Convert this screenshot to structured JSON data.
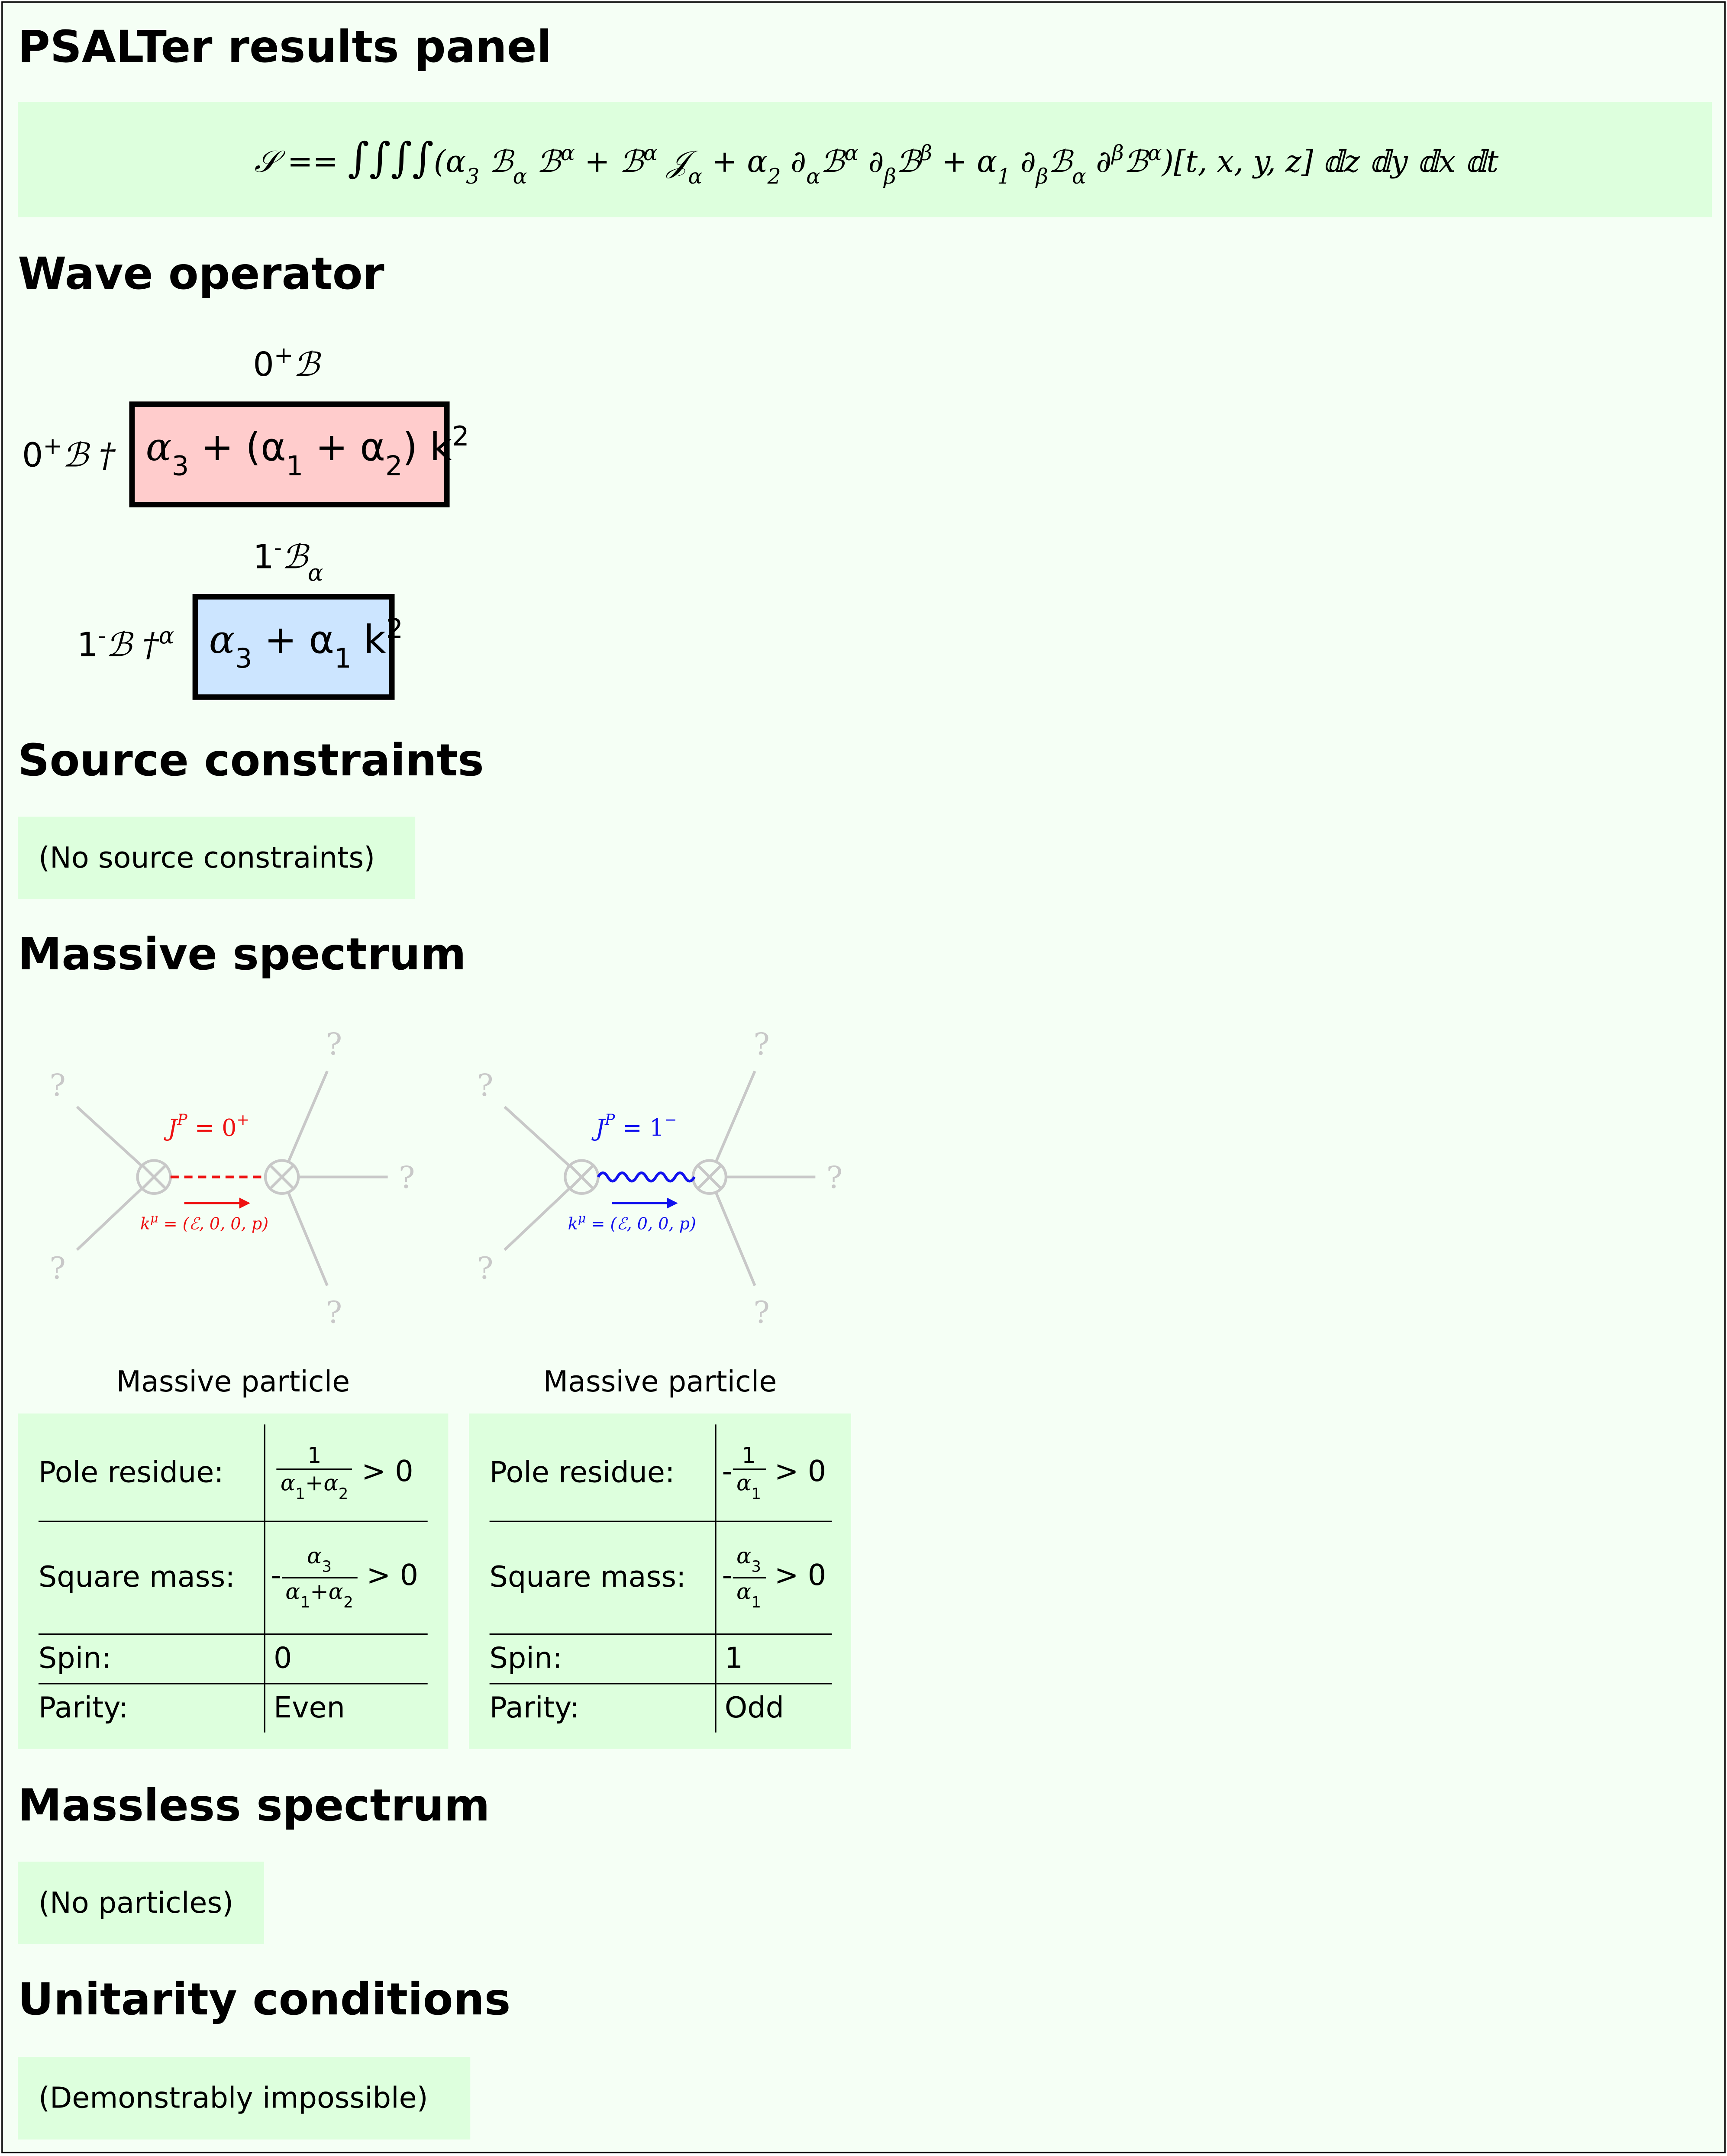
{
  "title": "PSALTer results panel",
  "action": {
    "lhs": "𝒮",
    "eq": "==",
    "integrals": "∫∫∫∫",
    "body_a3": "(α",
    "body_a3_sub": "3",
    "term1": "ℬ",
    "term1_sub": "α",
    "term1b": "ℬ",
    "term1b_sup": "α",
    "plus1": "+ ℬ",
    "term2_sup": "α",
    "term2": "𝒥",
    "term2_sub": "α",
    "plus2": "+ α",
    "a2_sub": "2",
    "deriv1": "∂",
    "deriv1_sub": "α",
    "b3": "ℬ",
    "b3_sup": "α",
    "deriv2": "∂",
    "deriv2_sub": "β",
    "b4": "ℬ",
    "b4_sup": "β",
    "plus3": "+ α",
    "a1_sub": "1",
    "deriv3": "∂",
    "deriv3_sub": "β",
    "b5": "ℬ",
    "b5_sub": "α",
    "deriv4": "∂",
    "deriv4_sup": "β",
    "b6": "ℬ",
    "b6_sup": "α",
    "tail": ")[t, x, y, z] 𝕕z 𝕕y 𝕕x 𝕕t"
  },
  "sections": {
    "wave_operator": "Wave operator",
    "source_constraints": "Source constraints",
    "massive_spectrum": "Massive spectrum",
    "massless_spectrum": "Massless spectrum",
    "unitarity": "Unitarity conditions"
  },
  "wave_operator": {
    "block0": {
      "col_label": "0",
      "col_label_sup": "+",
      "col_field": "ℬ",
      "row_label": "0",
      "row_label_sup": "+",
      "row_field": "ℬ †",
      "entry": "α",
      "entry_sub1": "3",
      "entry_mid": " + (α",
      "entry_sub2": "1",
      "entry_mid2": " + α",
      "entry_sub3": "2",
      "entry_tail": ") k",
      "entry_sup": "2",
      "color": "#ffcccc"
    },
    "block1": {
      "col_label": "1",
      "col_label_sup": "-",
      "col_field": "ℬ",
      "col_field_sub": "α",
      "row_label": "1",
      "row_label_sup": "-",
      "row_field": "ℬ †",
      "row_field_sup": "α",
      "entry": "α",
      "entry_sub1": "3",
      "entry_mid": " + α",
      "entry_sub2": "1",
      "entry_tail": " k",
      "entry_sup": "2",
      "color": "#cce5ff"
    }
  },
  "source_constraints_text": "(No source constraints)",
  "massive": [
    {
      "jp_label": "J",
      "jp_sup": "P",
      "jp_value": " = 0",
      "jp_value_sup": "+",
      "momentum": "k",
      "momentum_sup": "μ",
      "momentum_value": " = (ℰ, 0, 0, p)",
      "question": "?",
      "color": "#ee1111",
      "caption": "Massive particle",
      "rows": {
        "pole_label": "Pole residue:",
        "pole_num": "1",
        "pole_den_a": "α",
        "pole_den_a_sub": "1",
        "pole_den_plus": "+α",
        "pole_den_b_sub": "2",
        "pole_ineq": "> 0",
        "mass_label": "Square mass:",
        "mass_sign": "-",
        "mass_num": "α",
        "mass_num_sub": "3",
        "mass_den_a": "α",
        "mass_den_a_sub": "1",
        "mass_den_plus": "+α",
        "mass_den_b_sub": "2",
        "mass_ineq": "> 0",
        "spin_label": "Spin:",
        "spin": "0",
        "parity_label": "Parity:",
        "parity": "Even"
      }
    },
    {
      "jp_label": "J",
      "jp_sup": "P",
      "jp_value": " = 1",
      "jp_value_sup": "−",
      "momentum": "k",
      "momentum_sup": "μ",
      "momentum_value": " = (ℰ, 0, 0, p)",
      "question": "?",
      "color": "#1111ee",
      "caption": "Massive particle",
      "rows": {
        "pole_label": "Pole residue:",
        "pole_sign": "-",
        "pole_num": "1",
        "pole_den_a": "α",
        "pole_den_a_sub": "1",
        "pole_ineq": "> 0",
        "mass_label": "Square mass:",
        "mass_sign": "-",
        "mass_num": "α",
        "mass_num_sub": "3",
        "mass_den_a": "α",
        "mass_den_a_sub": "1",
        "mass_ineq": "> 0",
        "spin_label": "Spin:",
        "spin": "1",
        "parity_label": "Parity:",
        "parity": "Odd"
      }
    }
  ],
  "massless_text": "(No particles)",
  "unitarity_text": "(Demonstrably impossible)"
}
